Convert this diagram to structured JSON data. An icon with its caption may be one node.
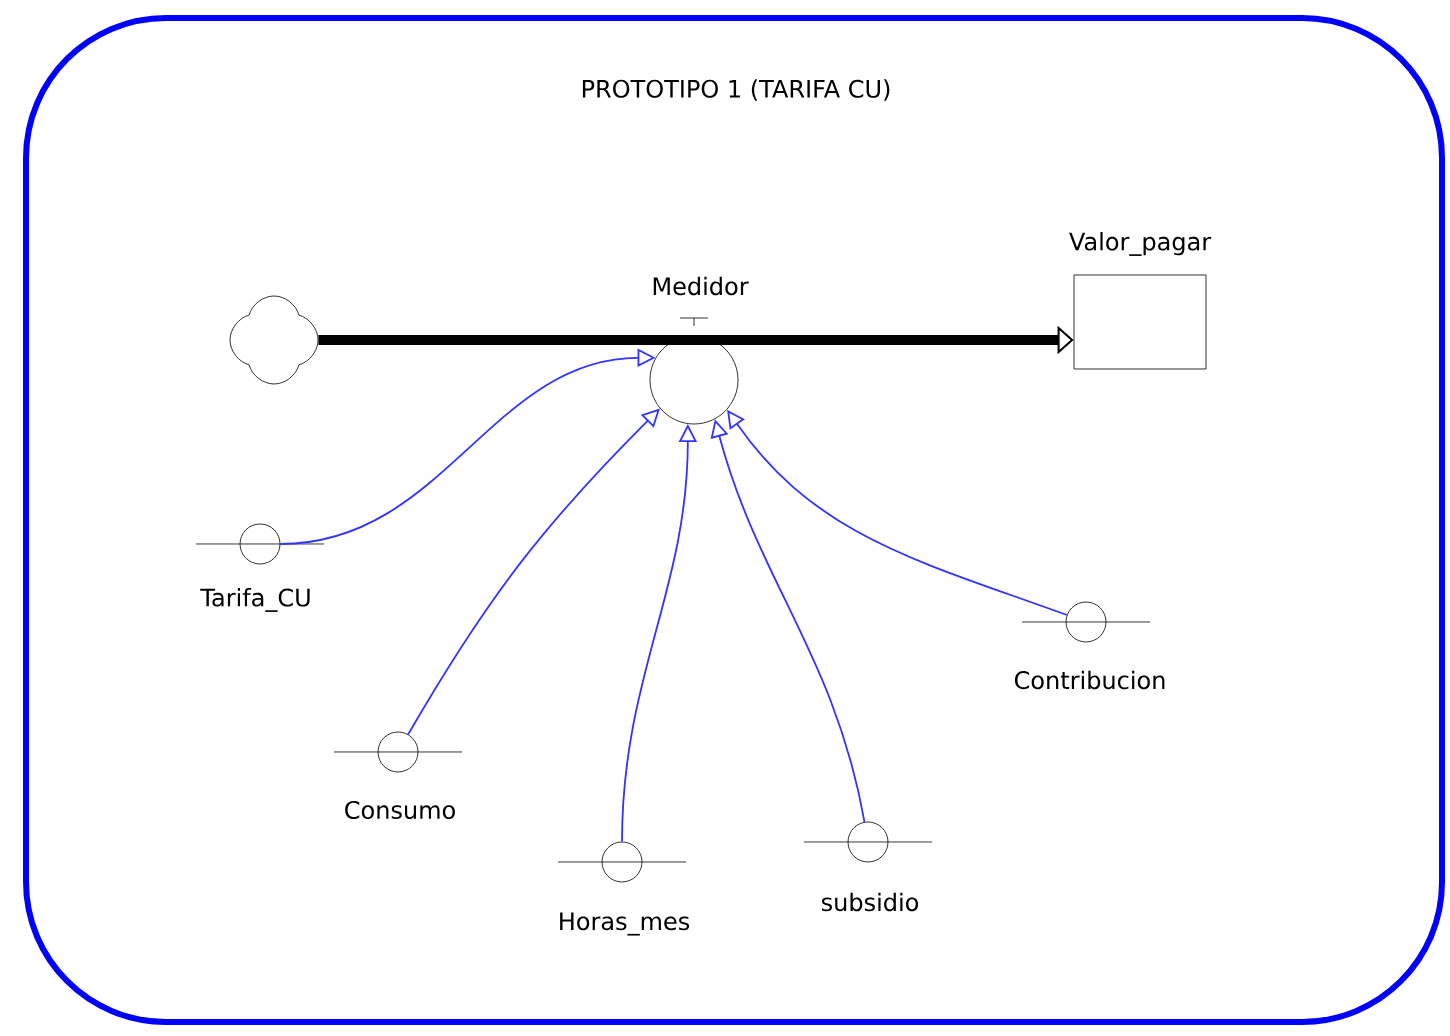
{
  "diagram": {
    "nodes": [
      {
        "text": [
          "PROTOTIPO 1 (TARIFA CU)"
        ]
      },
      {
        "text": [],
        "shape": "cloud",
        "in": 0
      },
      {
        "text": [
          "Medidor"
        ],
        "in": 0
      },
      {
        "text": [
          "Valor_pagar"
        ],
        "in": 0
      },
      {
        "text": [
          "Tarifa_CU"
        ],
        "in": 0
      },
      {
        "text": [
          "Consumo"
        ],
        "in": 0
      },
      {
        "text": [
          "Horas_mes"
        ],
        "in": 0
      },
      {
        "text": [
          "subsidio"
        ],
        "in": 0
      },
      {
        "text": [
          "Contribucion"
        ],
        "in": 0
      }
    ],
    "edges": [
      {
        "from": 1,
        "to": 3,
        "arrow": "to",
        "style": "thick",
        "color": "#000000"
      },
      {
        "from": 4,
        "to": 2,
        "arrow": "to"
      },
      {
        "from": 5,
        "to": 2,
        "arrow": "to"
      },
      {
        "from": 6,
        "to": 2,
        "arrow": "to"
      },
      {
        "from": 7,
        "to": 2,
        "arrow": "to"
      },
      {
        "from": 8,
        "to": 2,
        "arrow": "to"
      }
    ]
  }
}
